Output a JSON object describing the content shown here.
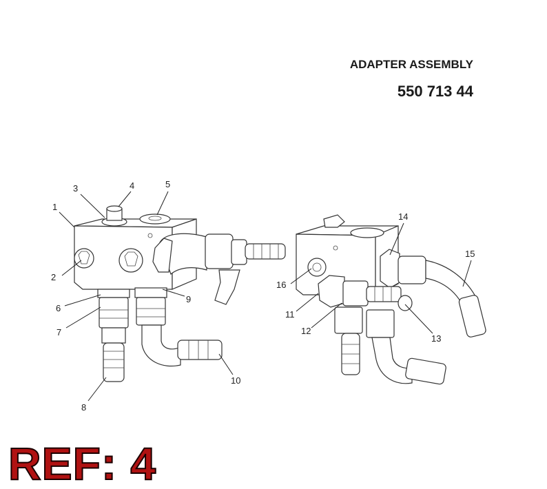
{
  "header": {
    "title": "ADAPTER ASSEMBLY",
    "part_number": "550 713 44"
  },
  "reference": "REF: 4",
  "callouts": {
    "c1": "1",
    "c2": "2",
    "c3": "3",
    "c4": "4",
    "c5": "5",
    "c6": "6",
    "c7": "7",
    "c8": "8",
    "c9": "9",
    "c10": "10",
    "c11": "11",
    "c12": "12",
    "c13": "13",
    "c14": "14",
    "c15": "15",
    "c16": "16"
  }
}
